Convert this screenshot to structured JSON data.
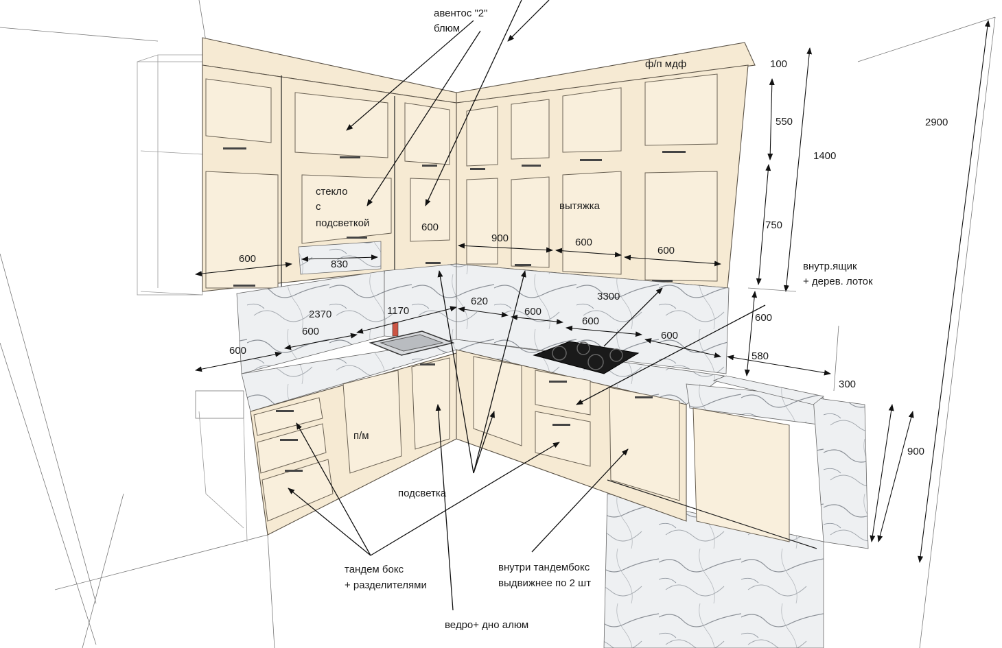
{
  "labels": {
    "aventos": "авентос \"2\"",
    "blum": "блюм",
    "fp_mdf": "ф/п мдф",
    "glass1": "стекло",
    "glass2": "с",
    "glass3": "подсветкой",
    "hood": "вытяжка",
    "inner_drawer1": "внутр.ящик",
    "inner_drawer2": "+ дерев. лоток",
    "dishwasher": "п/м",
    "lighting": "подсветка",
    "tandem1": "тандем бокс",
    "tandem2": "+ разделителями",
    "inside_tandem1": "внутри тандембокс",
    "inside_tandem2": "выдвижнее по 2 шт",
    "bucket": "ведро+ дно алюм"
  },
  "dims": {
    "d100": "100",
    "d550": "550",
    "d1400": "1400",
    "d2900": "2900",
    "d750": "750",
    "d600_upper_left": "600",
    "d830": "830",
    "d600_corner_upper": "600",
    "d900": "900",
    "d600_hood": "600",
    "d600_upper_right": "600",
    "d2370": "2370",
    "d1170": "1170",
    "d620": "620",
    "d600_a": "600",
    "d600_b": "600",
    "d3300": "3300",
    "d600_c": "600",
    "d600_d": "600",
    "d600_left_base": "600",
    "d600_height": "600",
    "d580": "580",
    "d300": "300",
    "d900_height": "900"
  }
}
